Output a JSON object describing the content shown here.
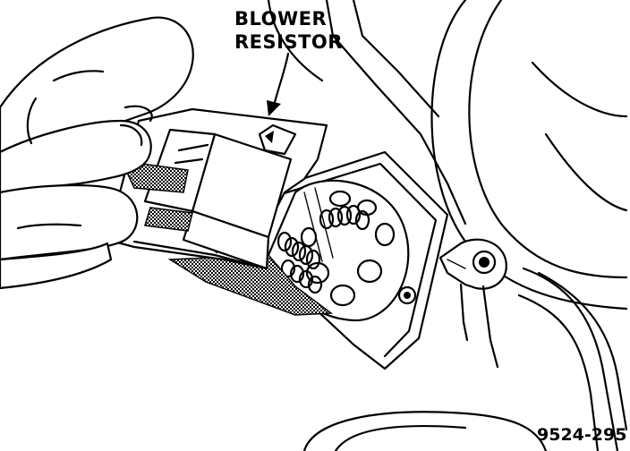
{
  "diagram": {
    "label_line1": "BLOWER",
    "label_line2": "RESISTOR",
    "figure_number": "9524-295"
  },
  "colors": {
    "ink": "#000000",
    "paper": "#ffffff",
    "shade": "#808080"
  }
}
